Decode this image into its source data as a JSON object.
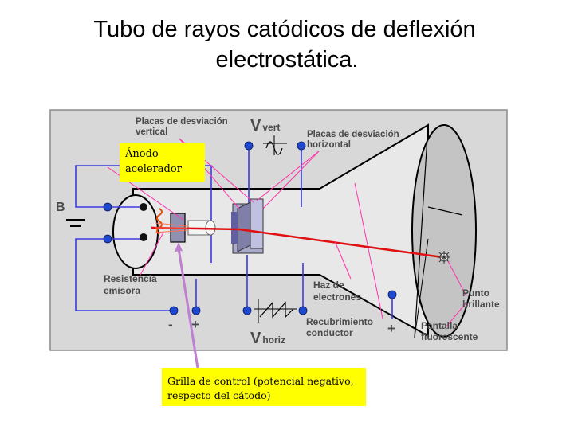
{
  "title": {
    "line1": "Tubo de rayos catódicos de deflexión",
    "line2": "electrostática."
  },
  "labels": {
    "placas_vertical_1": "Placas de desviación",
    "placas_vertical_2": "vertical",
    "v_vert_v": "V",
    "v_vert_sub": "vert",
    "placas_horizontal_1": "Placas de desviación",
    "placas_horizontal_2": "horizontal",
    "b": "B",
    "resistencia_1": "Resistencia",
    "resistencia_2": "emisora",
    "minus": "-",
    "plus_left": "+",
    "v_horiz_v": "V",
    "v_horiz_sub": "horiz",
    "haz_1": "Haz de",
    "haz_2": "electrones",
    "recubrimiento_1": "Recubrimiento",
    "recubrimiento_2": "conductor",
    "plus_right": "+",
    "punto_1": "Punto",
    "punto_2": "brillante",
    "pantalla_1": "Pantalla",
    "pantalla_2": "fluorescente"
  },
  "callouts": {
    "anodo_1": "Ánodo",
    "anodo_2": "acelerador",
    "grilla_1": "Grilla de control (potencial negativo,",
    "grilla_2": "respecto del cátodo)"
  },
  "colors": {
    "panel": "#d8d8d8",
    "wire": "#3a3ae0",
    "beam": "#e01010",
    "pointer": "#ff33aa",
    "callout_bg": "#ffff00",
    "callout_arrow": "#c080d0"
  }
}
